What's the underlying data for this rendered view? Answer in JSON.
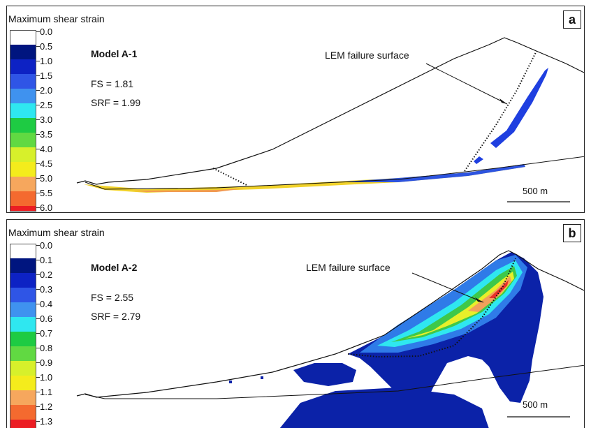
{
  "panels": [
    {
      "letter": "a",
      "legend_title": "Maximum shear strain",
      "legend_ticks": [
        "0.0",
        "0.5",
        "1.0",
        "1.5",
        "2.0",
        "2.5",
        "3.0",
        "3.5",
        "4.0",
        "4.5",
        "5.0",
        "5.5",
        "6.0"
      ],
      "model": "Model A-1",
      "fs": "FS = 1.81",
      "srf": "SRF = 1.99",
      "lem_label": "LEM failure surface",
      "scale": "500 m"
    },
    {
      "letter": "b",
      "legend_title": "Maximum shear strain",
      "legend_ticks": [
        "0.0",
        "0.1",
        "0.2",
        "0.3",
        "0.4",
        "0.6",
        "0.7",
        "0.8",
        "0.9",
        "1.0",
        "1.1",
        "1.2",
        "1.3"
      ],
      "model": "Model A-2",
      "fs": "FS = 2.55",
      "srf": "SRF = 2.79",
      "lem_label": "LEM failure surface",
      "scale": "500 m"
    }
  ],
  "legend_colors": [
    "#ffffff",
    "#00157f",
    "#0d22c4",
    "#2f55e6",
    "#3f92ef",
    "#2fe7f0",
    "#1ecb43",
    "#61d942",
    "#d7f02b",
    "#f4ec1c",
    "#f6a75d",
    "#f46a2f",
    "#ec1d23"
  ]
}
